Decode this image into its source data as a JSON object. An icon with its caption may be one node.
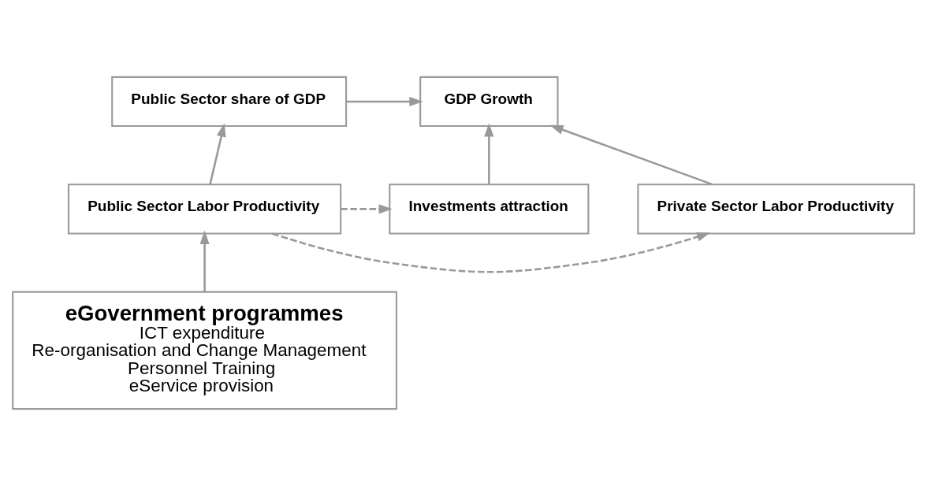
{
  "diagram": {
    "nodes": [
      {
        "text": [
          "Public Sector share of GDP"
        ]
      },
      {
        "text": [
          "GDP Growth"
        ]
      },
      {
        "text": [
          "Public Sector Labor Productivity"
        ]
      },
      {
        "text": [
          "Private Sector Labor Productivity"
        ]
      },
      {
        "text": [
          "eGovernment programmes",
          "ICT expenditure",
          "Re-organisation and Change Management",
          "Personnel Training",
          "eService provision"
        ]
      },
      {
        "text": [
          "Investments attraction"
        ]
      }
    ],
    "edges": [
      {
        "from": 0,
        "to": 1,
        "arrow": "to"
      },
      {
        "from": 2,
        "to": 0,
        "arrow": "to"
      },
      {
        "from": 3,
        "to": 1,
        "arrow": "to"
      },
      {
        "from": 5,
        "to": 1,
        "arrow": "to"
      },
      {
        "from": 4,
        "to": 2,
        "arrow": "to"
      },
      {
        "from": 2,
        "to": 3,
        "arrow": "to",
        "style": "dashed"
      },
      {
        "from": 2,
        "to": 5,
        "arrow": "to",
        "style": "dashed"
      }
    ]
  }
}
